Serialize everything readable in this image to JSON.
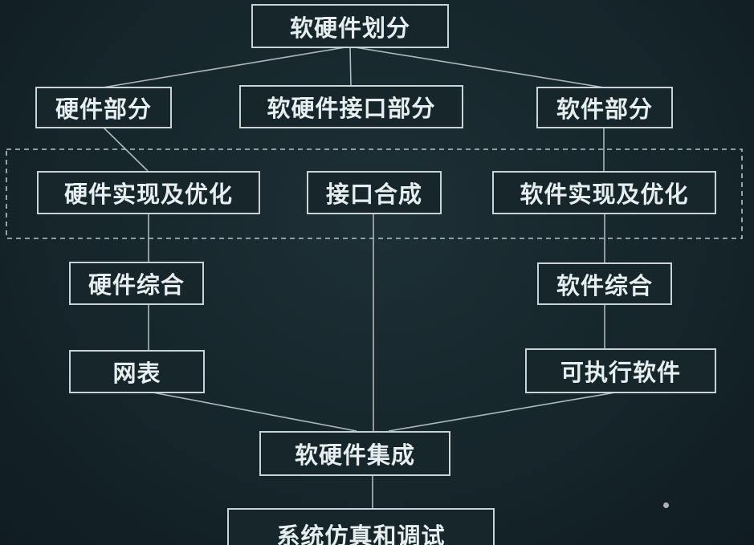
{
  "diagram": {
    "nodes": {
      "root": "软硬件划分",
      "hw_part": "硬件部分",
      "iface_part": "软硬件接口部分",
      "sw_part": "软件部分",
      "hw_impl": "硬件实现及优化",
      "iface_synth": "接口合成",
      "sw_impl": "软件实现及优化",
      "hw_synth": "硬件综合",
      "sw_synth": "软件综合",
      "netlist": "网表",
      "executable": "可执行软件",
      "integration": "软硬件集成",
      "simulation": "系统仿真和调试"
    },
    "edges": [
      [
        "root",
        "hw_part"
      ],
      [
        "root",
        "iface_part"
      ],
      [
        "root",
        "sw_part"
      ],
      [
        "hw_part",
        "hw_impl"
      ],
      [
        "sw_part",
        "sw_impl"
      ],
      [
        "hw_impl",
        "hw_synth"
      ],
      [
        "hw_synth",
        "netlist"
      ],
      [
        "sw_impl",
        "sw_synth"
      ],
      [
        "sw_synth",
        "executable"
      ],
      [
        "iface_synth",
        "integration"
      ],
      [
        "netlist",
        "integration"
      ],
      [
        "executable",
        "integration"
      ],
      [
        "integration",
        "simulation"
      ]
    ],
    "group": [
      "hw_impl",
      "iface_synth",
      "sw_impl"
    ]
  }
}
